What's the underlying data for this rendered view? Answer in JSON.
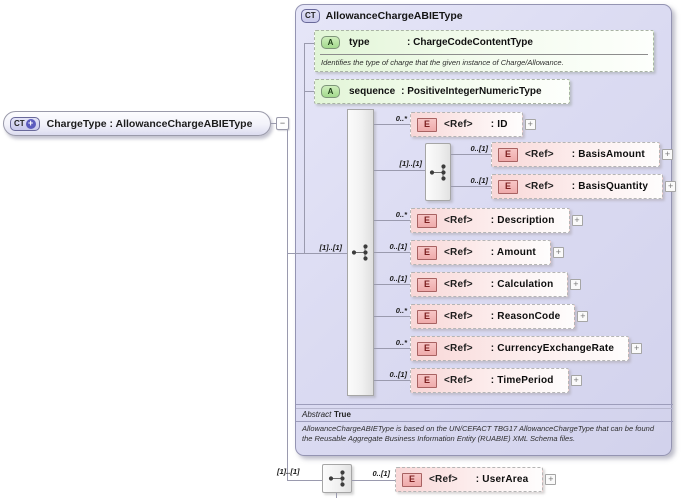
{
  "icons": {
    "complex_type": "CT",
    "derived_plus": "+",
    "attribute": "A",
    "element": "E",
    "collapse": "−",
    "expand": "+"
  },
  "root": {
    "label": "ChargeType : AllowanceChargeABIEType"
  },
  "ct": {
    "title": "AllowanceChargeABIEType",
    "attributes": [
      {
        "name": "type",
        "type": ": ChargeCodeContentType",
        "annotation": "Identifies the type of charge that the given instance of Charge/Allowance."
      },
      {
        "name": "sequence",
        "type": ": PositiveIntegerNumericType"
      }
    ],
    "sequence_group": {
      "cardinality": "[1]..[1]"
    },
    "choice_group": {
      "cardinality": "[1]..[1]"
    },
    "elements": [
      {
        "cardinality": "0..*",
        "tag": "<Ref>",
        "name": ": ID"
      },
      {
        "cardinality": "0..[1]",
        "tag": "<Ref>",
        "name": ": BasisAmount"
      },
      {
        "cardinality": "0..[1]",
        "tag": "<Ref>",
        "name": ": BasisQuantity"
      },
      {
        "cardinality": "0..*",
        "tag": "<Ref>",
        "name": ": Description"
      },
      {
        "cardinality": "0..[1]",
        "tag": "<Ref>",
        "name": ": Amount"
      },
      {
        "cardinality": "0..[1]",
        "tag": "<Ref>",
        "name": ": Calculation"
      },
      {
        "cardinality": "0..*",
        "tag": "<Ref>",
        "name": ": ReasonCode"
      },
      {
        "cardinality": "0..*",
        "tag": "<Ref>",
        "name": ": CurrencyExchangeRate"
      },
      {
        "cardinality": "0..[1]",
        "tag": "<Ref>",
        "name": ": TimePeriod"
      }
    ],
    "properties": {
      "abstract_label": "Abstract",
      "abstract_value": "True"
    },
    "annotation": "AllowanceChargeABIEType is based on the UN/CEFACT TBG17 AllowanceChargeType that can be found the Reusable Aggregate Business Information Entity (RUABIE) XML Schema files."
  },
  "footer": {
    "sequence_cardinality": "[1]..[1]",
    "element": {
      "cardinality": "0..[1]",
      "tag": "<Ref>",
      "name": ": UserArea"
    }
  },
  "colors": {
    "box_lavender": "#dbdbf2",
    "attr_green": "#e2f5d7",
    "element_pink": "#f8d7d7",
    "connector_gray": "#9a9aae"
  }
}
